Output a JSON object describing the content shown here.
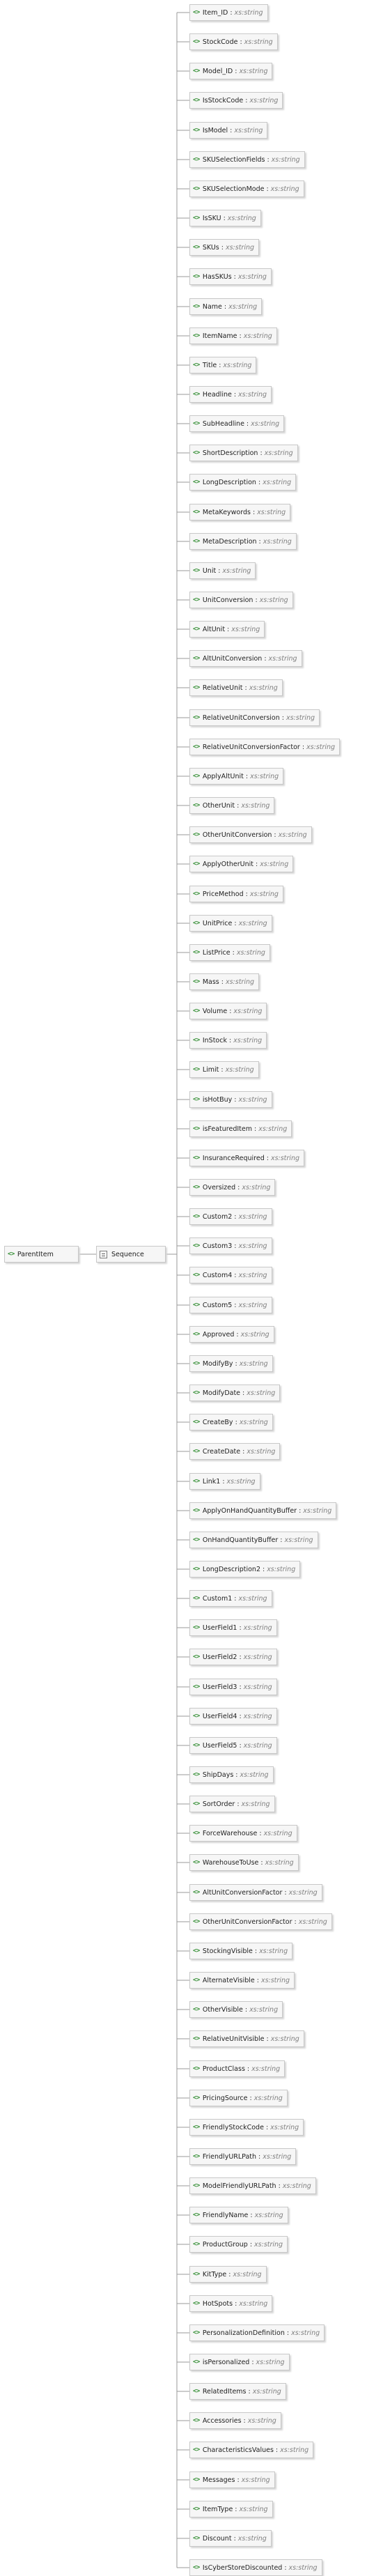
{
  "root": {
    "label": "ParentItem"
  },
  "sequence": {
    "label": "Sequence"
  },
  "type_sep": ":",
  "type_label": "xs:string",
  "elements": [
    "Item_ID",
    "StockCode",
    "Model_ID",
    "IsStockCode",
    "IsModel",
    "SKUSelectionFields",
    "SKUSelectionMode",
    "IsSKU",
    "SKUs",
    "HasSKUs",
    "Name",
    "ItemName",
    "Title",
    "Headline",
    "SubHeadline",
    "ShortDescription",
    "LongDescription",
    "MetaKeywords",
    "MetaDescription",
    "Unit",
    "UnitConversion",
    "AltUnit",
    "AltUnitConversion",
    "RelativeUnit",
    "RelativeUnitConversion",
    "RelativeUnitConversionFactor",
    "ApplyAltUnit",
    "OtherUnit",
    "OtherUnitConversion",
    "ApplyOtherUnit",
    "PriceMethod",
    "UnitPrice",
    "ListPrice",
    "Mass",
    "Volume",
    "InStock",
    "Limit",
    "isHotBuy",
    "isFeaturedItem",
    "InsuranceRequired",
    "Oversized",
    "Custom2",
    "Custom3",
    "Custom4",
    "Custom5",
    "Approved",
    "ModifyBy",
    "ModifyDate",
    "CreateBy",
    "CreateDate",
    "Link1",
    "ApplyOnHandQuantityBuffer",
    "OnHandQuantityBuffer",
    "LongDescription2",
    "Custom1",
    "UserField1",
    "UserField2",
    "UserField3",
    "UserField4",
    "UserField5",
    "ShipDays",
    "SortOrder",
    "ForceWarehouse",
    "WarehouseToUse",
    "AltUnitConversionFactor",
    "OtherUnitConversionFactor",
    "StockingVisible",
    "AlternateVisible",
    "OtherVisible",
    "RelativeUnitVisible",
    "ProductClass",
    "PricingSource",
    "FriendlyStockCode",
    "FriendlyURLPath",
    "ModelFriendlyURLPath",
    "FriendlyName",
    "ProductGroup",
    "KitType",
    "HotSpots",
    "PersonalizationDefinition",
    "isPersonalized",
    "RelatedItems",
    "Accessories",
    "CharacteristicsValues",
    "Messages",
    "ItemType",
    "Discount",
    "IsCyberStoreDiscounted"
  ]
}
